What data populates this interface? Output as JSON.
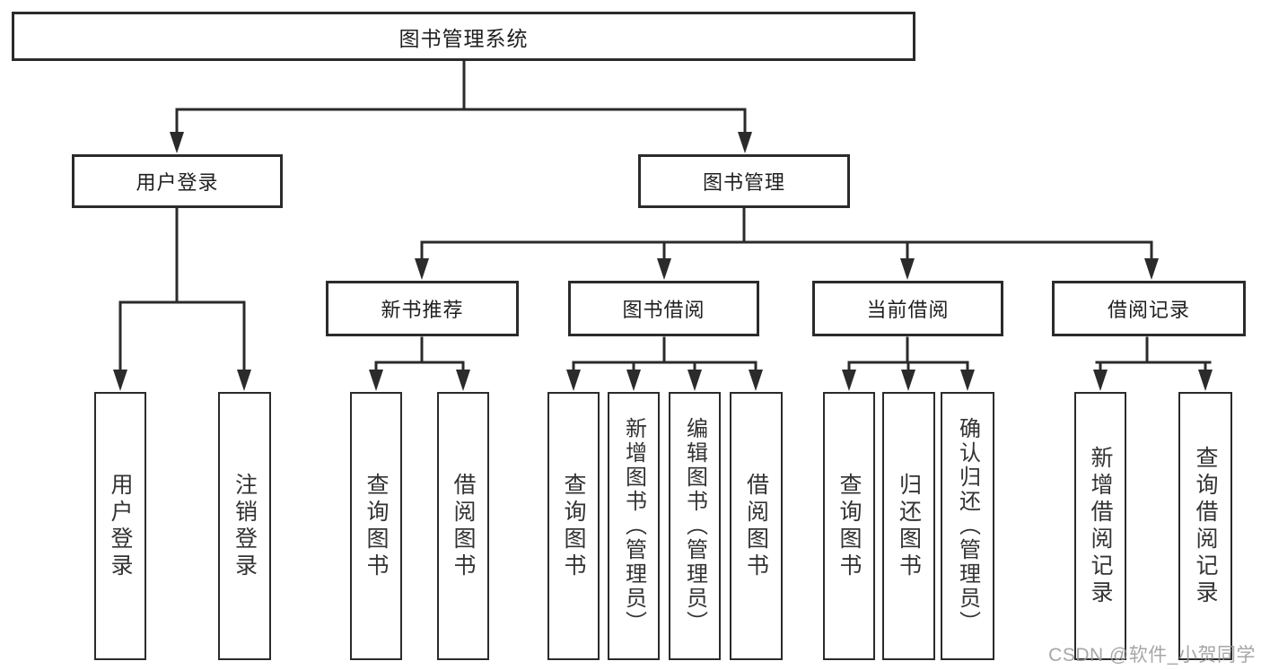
{
  "colors": {
    "background": "#ffffff",
    "line": "#2b2b2b",
    "box_border": "#2b2b2b",
    "text": "#1f1f1f",
    "watermark": "#9a9a9a"
  },
  "watermark": "CSDN @软件_小贺同学",
  "nodes": {
    "root": "图书管理系统",
    "user_login": "用户登录",
    "book_management": "图书管理",
    "new_book_recommend": "新书推荐",
    "book_borrow": "图书借阅",
    "current_borrow": "当前借阅",
    "borrow_records": "借阅记录",
    "leaf_user_login": "用户登录",
    "leaf_logout": "注销登录",
    "leaf_nb_query_books": "查询图书",
    "leaf_nb_borrow_books": "借阅图书",
    "leaf_bb_query_books": "查询图书",
    "leaf_bb_add_books_admin": "新增图书（管理员）",
    "leaf_bb_edit_books_admin": "编辑图书（管理员）",
    "leaf_bb_borrow_books": "借阅图书",
    "leaf_cb_query_books": "查询图书",
    "leaf_cb_return_books": "归还图书",
    "leaf_cb_confirm_return_admin": "确认归还（管理员）",
    "leaf_br_add_record": "新增借阅记录",
    "leaf_br_query_record": "查询借阅记录"
  }
}
